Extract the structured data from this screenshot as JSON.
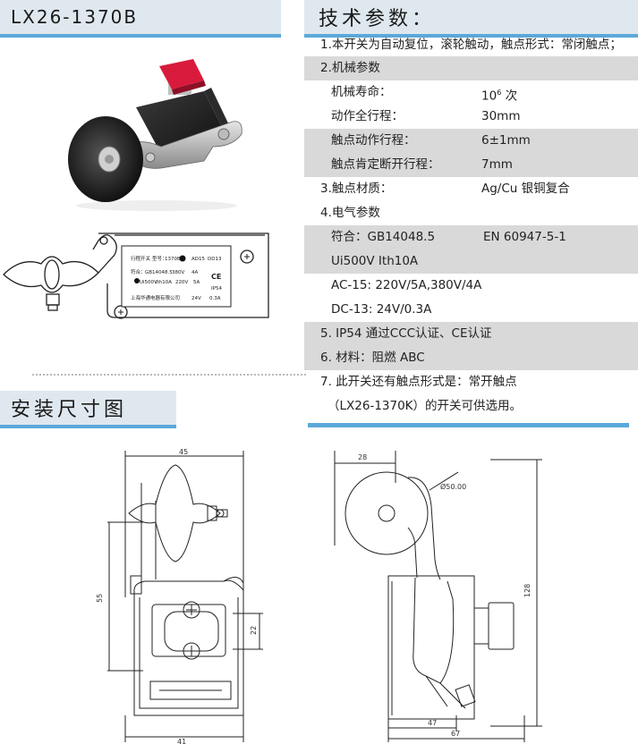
{
  "header": {
    "model": "LX26-1370B",
    "spec_title": "技术参数："
  },
  "specs": {
    "r1": "1.本开关为自动复位，滚轮触动，触点形式：常闭触点；",
    "r2": "2.机械参数",
    "r3_a": "机械寿命：",
    "r3_b_base": "10",
    "r3_b_sup": "6",
    "r3_b_unit": " 次",
    "r4_a": "动作全行程：",
    "r4_b": "30mm",
    "r5_a": "触点动作行程：",
    "r5_b": "6±1mm",
    "r6_a": "触点肯定断开行程：",
    "r6_b": "7mm",
    "r7_a": "3.触点材质：",
    "r7_b": "Ag/Cu 银铜复合",
    "r8": "4.电气参数",
    "r9_a": "符合：GB14048.5",
    "r9_b": "EN 60947-5-1",
    "r10": "Ui500V   Ith10A",
    "r11": "AC-15: 220V/5A,380V/4A",
    "r12": "DC-13: 24V/0.3A",
    "r13": "5. IP54 通过CCC认证、CE认证",
    "r14": "6. 材料：阻燃 ABC",
    "r15": "7. 此开关还有触点形式是：常开触点",
    "r16": "（LX26-1370K）的开关可供选用。"
  },
  "install": {
    "title": "安装尺寸图"
  },
  "label_plate": {
    "l1": "行程开关",
    "l2": "型号：",
    "l3": "1370B",
    "l4": "AD15",
    "l5": "DD13",
    "l6": "符合：",
    "l7": "GB14048.5",
    "l8": "380V",
    "l9": "4A",
    "l10": "Ui500V",
    "l11": "Ith10A",
    "l12": "220V",
    "l13": "5A",
    "l14": "IP54",
    "l15": "CE",
    "l16": "24V",
    "l17": "0.3A",
    "l18": "上海华通电器有限公司"
  },
  "dims": {
    "front_top": "45",
    "front_left": "55",
    "front_right": "22",
    "front_bottom": "41",
    "side_top": "28",
    "side_circle": "Ø50.00",
    "side_right": "128",
    "side_bottom1": "47",
    "side_bottom2": "67"
  }
}
